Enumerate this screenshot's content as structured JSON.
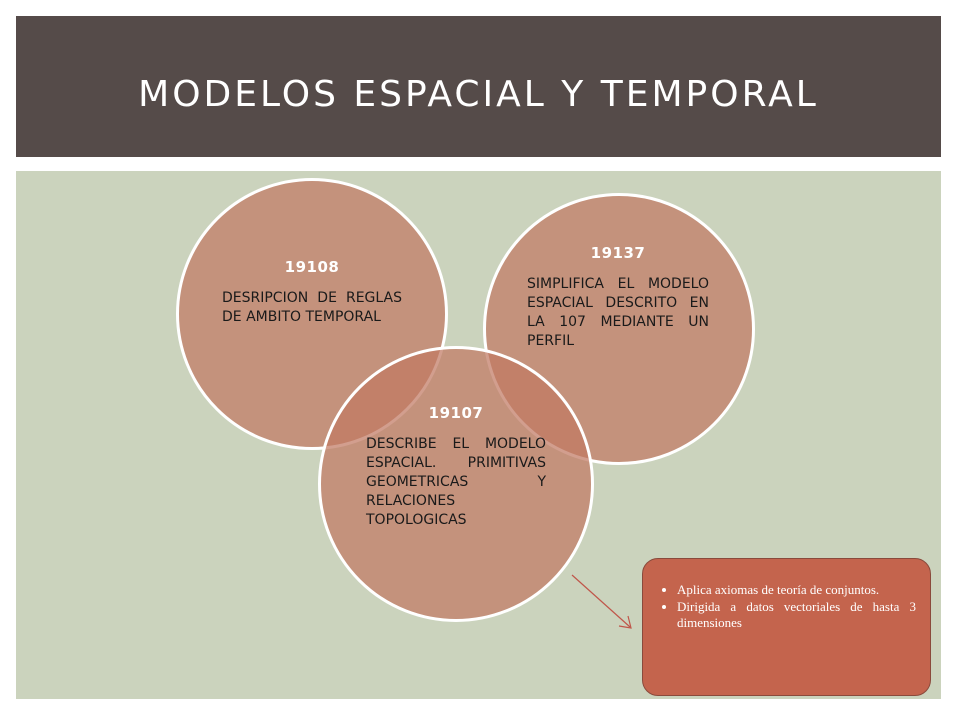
{
  "slide": {
    "title": "MODELOS ESPACIAL Y TEMPORAL",
    "colors": {
      "title_bar": "#554b49",
      "content_bg": "#cbd3bd",
      "circle_fill": "#c07862",
      "note_fill": "#c4644d"
    }
  },
  "circles": [
    {
      "number": "19108",
      "description": "DESRIPCION DE REGLAS DE AMBITO TEMPORAL"
    },
    {
      "number": "19107",
      "description": "DESCRIBE EL MODELO ESPACIAL. PRIMITIVAS GEOMETRICAS Y RELACIONES TOPOLOGICAS"
    },
    {
      "number": "19137",
      "description": "SIMPLIFICA EL MODELO ESPACIAL DESCRITO EN LA 107 MEDIANTE UN PERFIL"
    }
  ],
  "note": {
    "items": [
      "Aplica axiomas de teoría de conjuntos.",
      "Dirigida  a datos vectoriales de hasta 3 dimensiones"
    ]
  }
}
